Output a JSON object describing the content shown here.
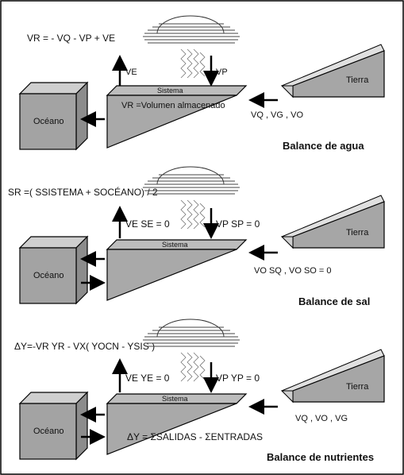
{
  "water": {
    "equation": "VR = - VQ - VP + VE",
    "arrow_up_label": "VE",
    "arrow_down_label": "VP",
    "system_label": "Sistema",
    "system_sub": "VR =Volumen almacenado",
    "ocean_label": "Océano",
    "land_label": "Tierra",
    "inflow_label": "VQ , VG , VO",
    "title": "Balance de agua"
  },
  "salt": {
    "equation": "SR =( SSISTEMA + SOCÉANO) / 2",
    "arrow_up_label": "VE SE = 0",
    "arrow_down_label": "VP SP = 0",
    "system_label": "Sistema",
    "ocean_label": "Océano",
    "land_label": "Tierra",
    "inflow_label": "VO SQ , VO SO = 0",
    "title": "Balance de sal"
  },
  "nutrients": {
    "equation": "ΔY=-VR YR - VX( YOCN - YSIS )",
    "arrow_up_label": "VE YE = 0",
    "arrow_down_label": "VP YP = 0",
    "system_label": "Sistema",
    "system_sub": "ΔY = ΣSALIDAS - ΣENTRADAS",
    "ocean_label": "Océano",
    "land_label": "Tierra",
    "inflow_label": "VQ , VO , VG",
    "title": "Balance de nutrientes"
  }
}
